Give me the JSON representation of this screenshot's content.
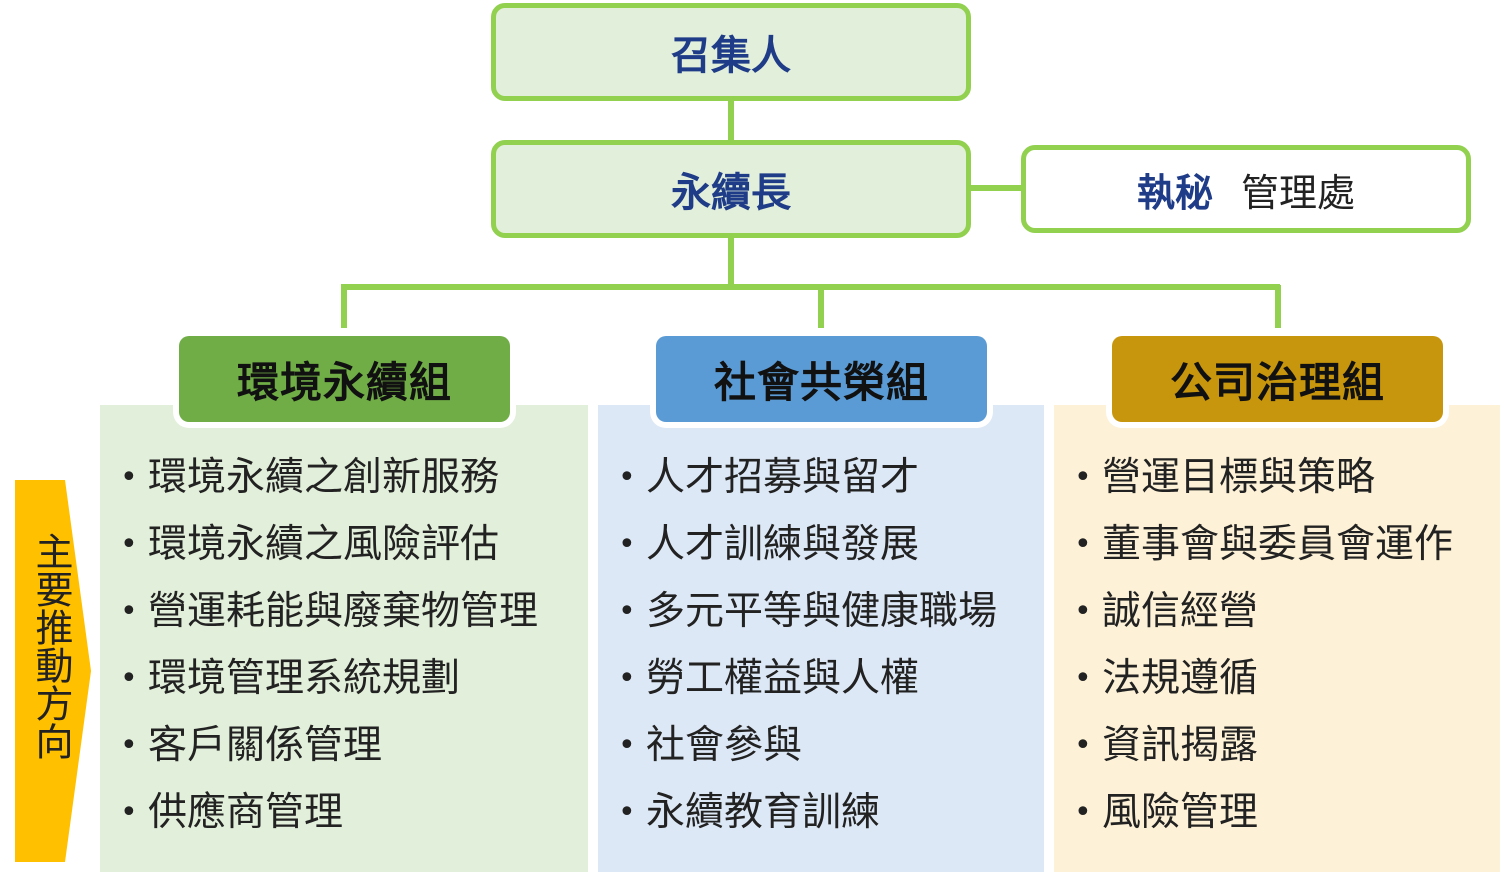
{
  "top": {
    "convener": "召集人",
    "cso": "永續長",
    "secretariat_title": "執秘",
    "secretariat_unit": "管理處"
  },
  "colors": {
    "line": "#92d050",
    "top_fill": "#e2efda",
    "env_header": "#70ad47",
    "env_panel": "#e2efda",
    "soc_header": "#5b9bd5",
    "soc_panel": "#dde8f6",
    "gov_header": "#c8960c",
    "gov_panel": "#fdf2d7",
    "arrow": "#ffc000"
  },
  "groups": [
    {
      "name": "環境永續組",
      "items": [
        "環境永續之創新服務",
        "環境永續之風險評估",
        "營運耗能與廢棄物管理",
        "環境管理系統規劃",
        "客戶關係管理",
        "供應商管理"
      ]
    },
    {
      "name": "社會共榮組",
      "items": [
        "人才招募與留才",
        "人才訓練與發展",
        "多元平等與健康職場",
        "勞工權益與人權",
        "社會參與",
        "永續教育訓練"
      ]
    },
    {
      "name": "公司治理組",
      "items": [
        "營運目標與策略",
        "董事會與委員會運作",
        "誠信經營",
        "法規遵循",
        "資訊揭露",
        "風險管理"
      ]
    }
  ],
  "bullet": "•",
  "side_label": "主要推動方向"
}
